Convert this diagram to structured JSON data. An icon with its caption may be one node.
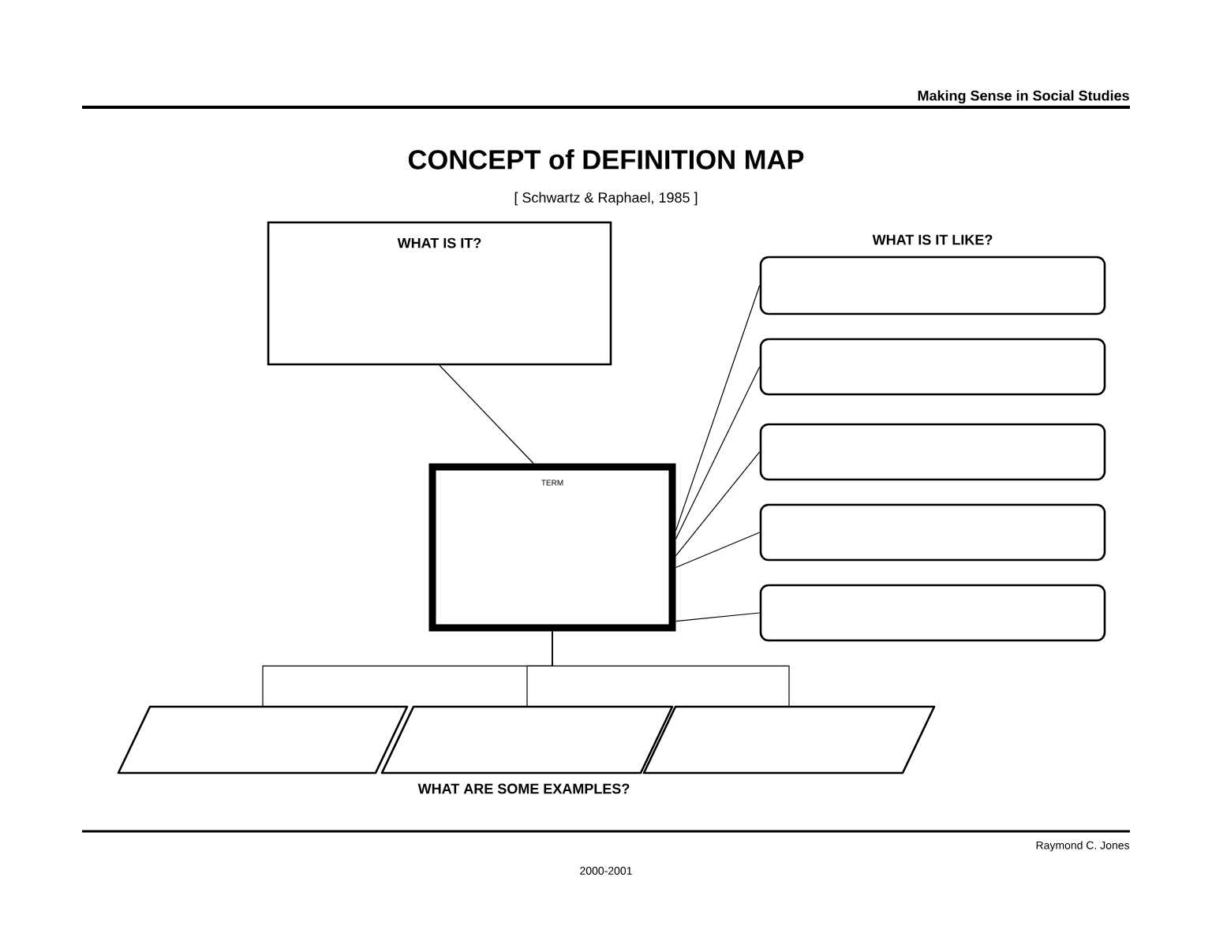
{
  "diagram": {
    "title": "CONCEPT of DEFINITION MAP",
    "nodes": [
      {
        "text": [
          "WHAT IS IT?"
        ]
      },
      {
        "text": [
          "TERM"
        ]
      },
      {
        "text": [],
        "shape": "box"
      },
      {
        "text": [],
        "shape": "box"
      },
      {
        "text": [],
        "shape": "box"
      },
      {
        "text": [],
        "shape": "box"
      },
      {
        "text": [],
        "shape": "box"
      },
      {
        "text": [],
        "shape": "parallelogram"
      },
      {
        "text": [],
        "shape": "parallelogram"
      },
      {
        "text": [],
        "shape": "parallelogram"
      }
    ],
    "edges": [
      {
        "from": 0,
        "to": 1,
        "arrow": "none"
      },
      {
        "from": 1,
        "to": 2,
        "arrow": "none"
      },
      {
        "from": 1,
        "to": 3,
        "arrow": "none"
      },
      {
        "from": 1,
        "to": 4,
        "arrow": "none"
      },
      {
        "from": 1,
        "to": 5,
        "arrow": "none"
      },
      {
        "from": 1,
        "to": 6,
        "arrow": "none"
      },
      {
        "from": 1,
        "to": 7,
        "arrow": "none"
      },
      {
        "from": 1,
        "to": 8,
        "arrow": "none"
      },
      {
        "from": 1,
        "to": 9,
        "arrow": "none"
      }
    ],
    "labels": [
      "Making Sense in Social Studies",
      "[ Schwartz & Raphael, 1985 ]",
      "WHAT IS IT LIKE?",
      "WHAT ARE SOME EXAMPLES?",
      "Raymond C. Jones",
      "2000-2001"
    ]
  }
}
